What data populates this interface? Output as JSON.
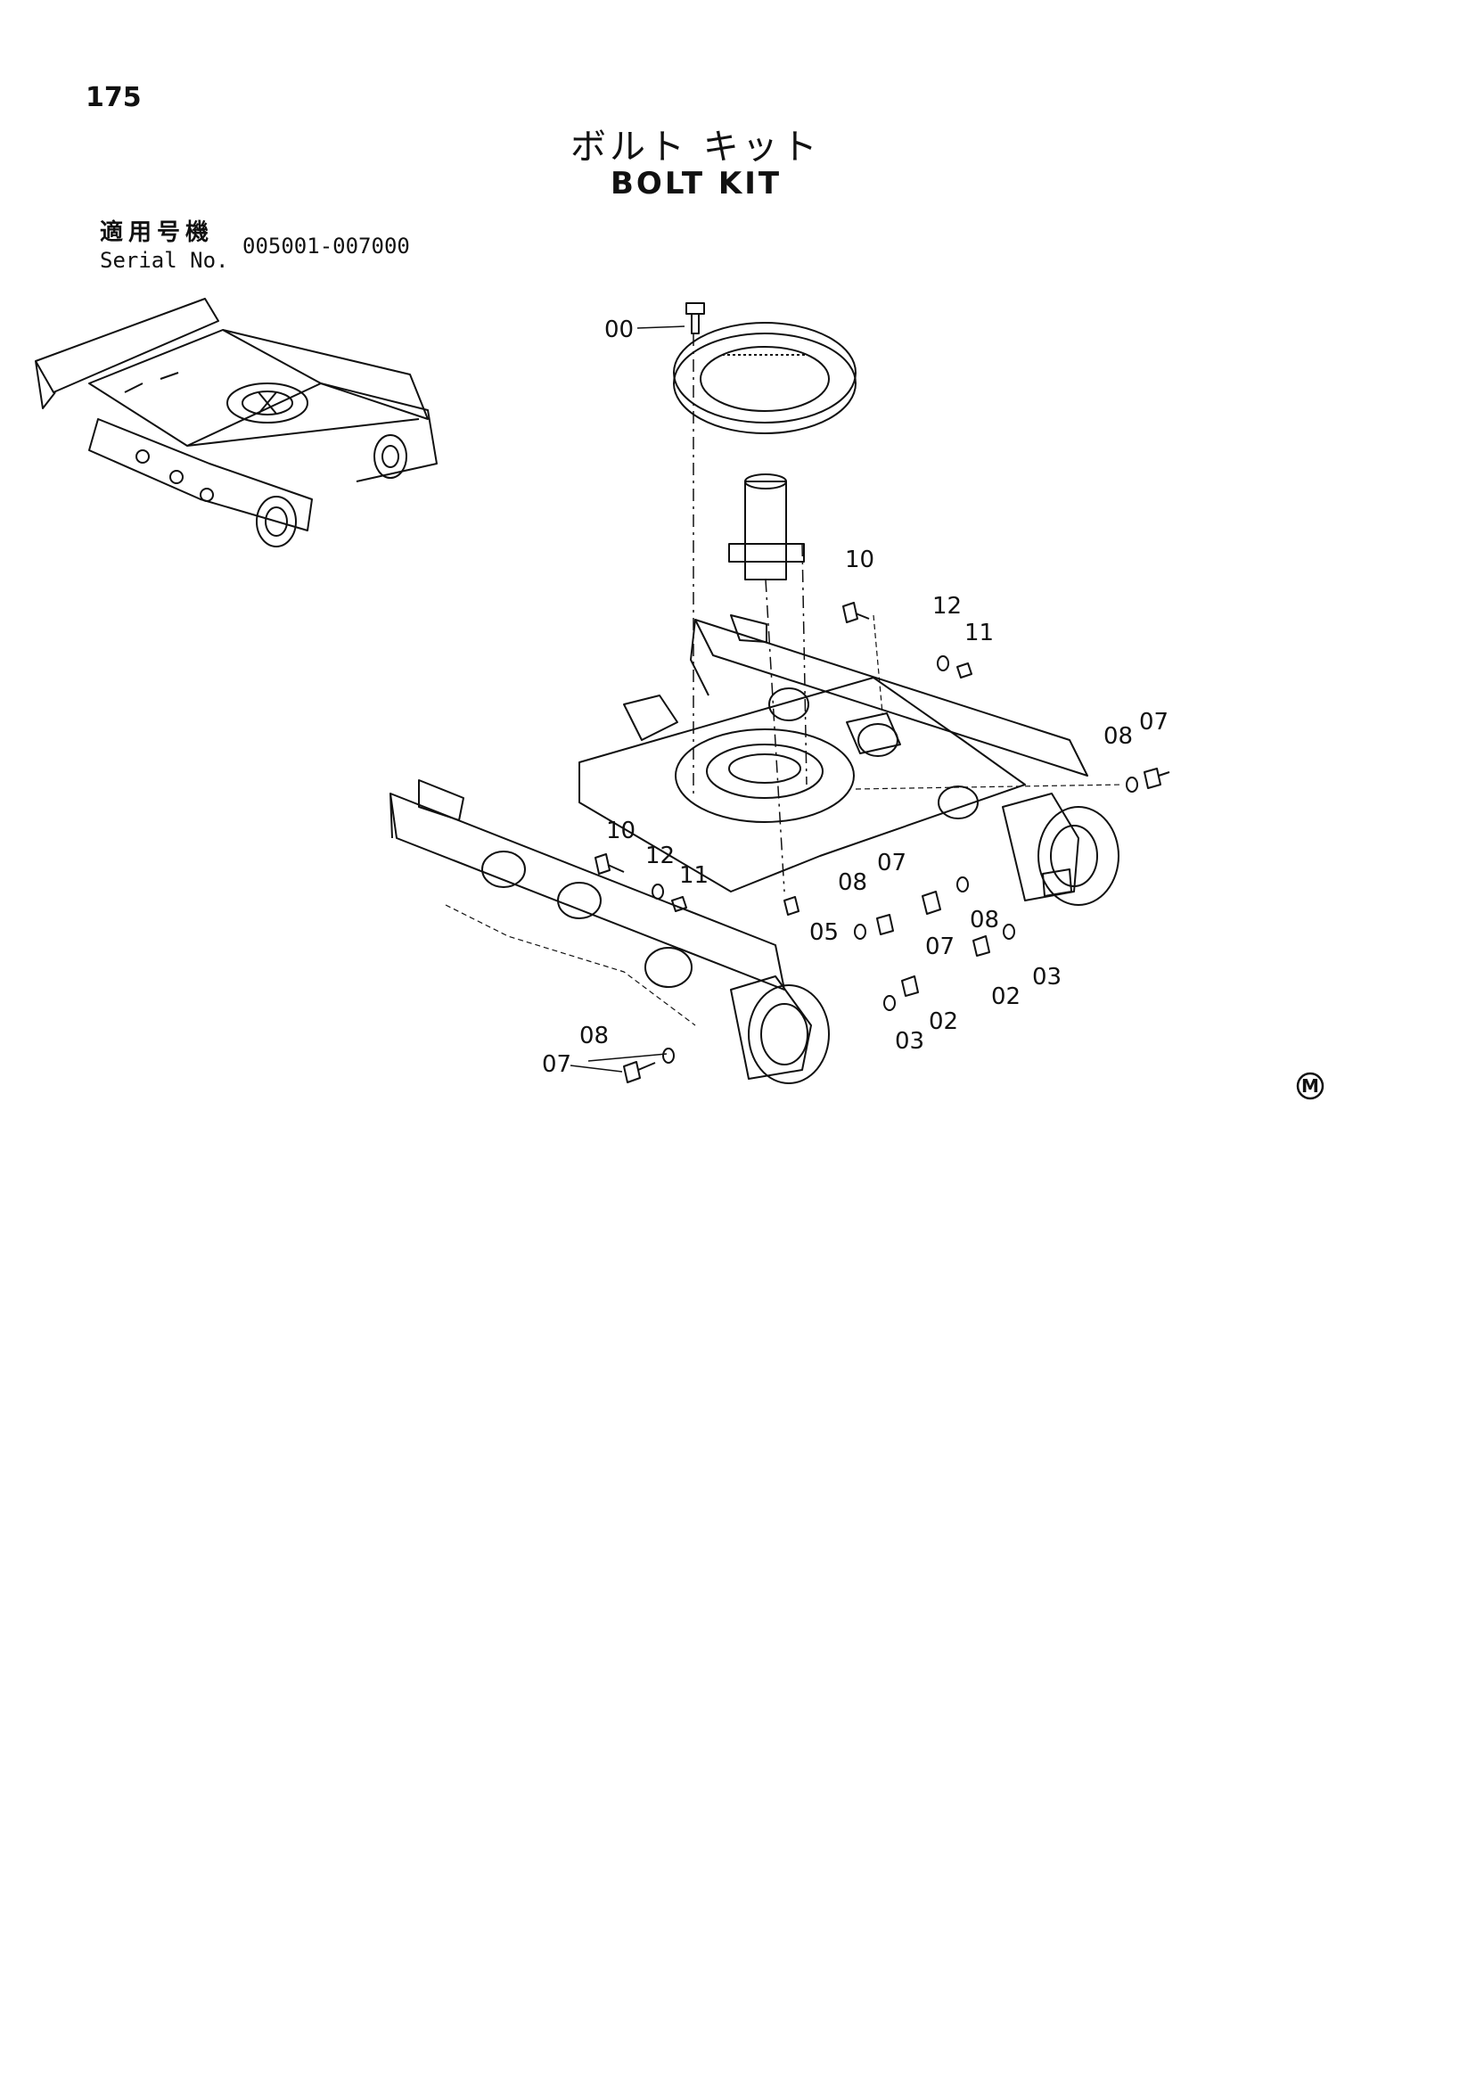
{
  "header": {
    "page_number": "175",
    "title_jp": "ボルト キット",
    "title_en": "BOLT KIT",
    "serial_label_jp": "適用号機",
    "serial_label_en": "Serial No.",
    "serial_range": "005001-007000"
  },
  "callouts": [
    "00",
    "10",
    "12",
    "11",
    "08",
    "07",
    "10",
    "12",
    "11",
    "08",
    "07",
    "05",
    "07",
    "08",
    "03",
    "02",
    "02",
    "03",
    "08",
    "07"
  ],
  "footer": {
    "mark": "M"
  }
}
